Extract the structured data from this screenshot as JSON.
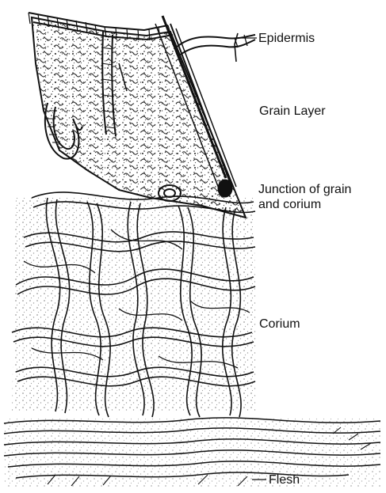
{
  "labels": {
    "epidermis": "Epidermis",
    "grain_layer": "Grain Layer",
    "junction_line1": "Junction of grain",
    "junction_line2": "and corium",
    "corium": "Corium",
    "flesh": "Flesh"
  },
  "colors": {
    "ink": "#111111",
    "paper": "#ffffff"
  }
}
